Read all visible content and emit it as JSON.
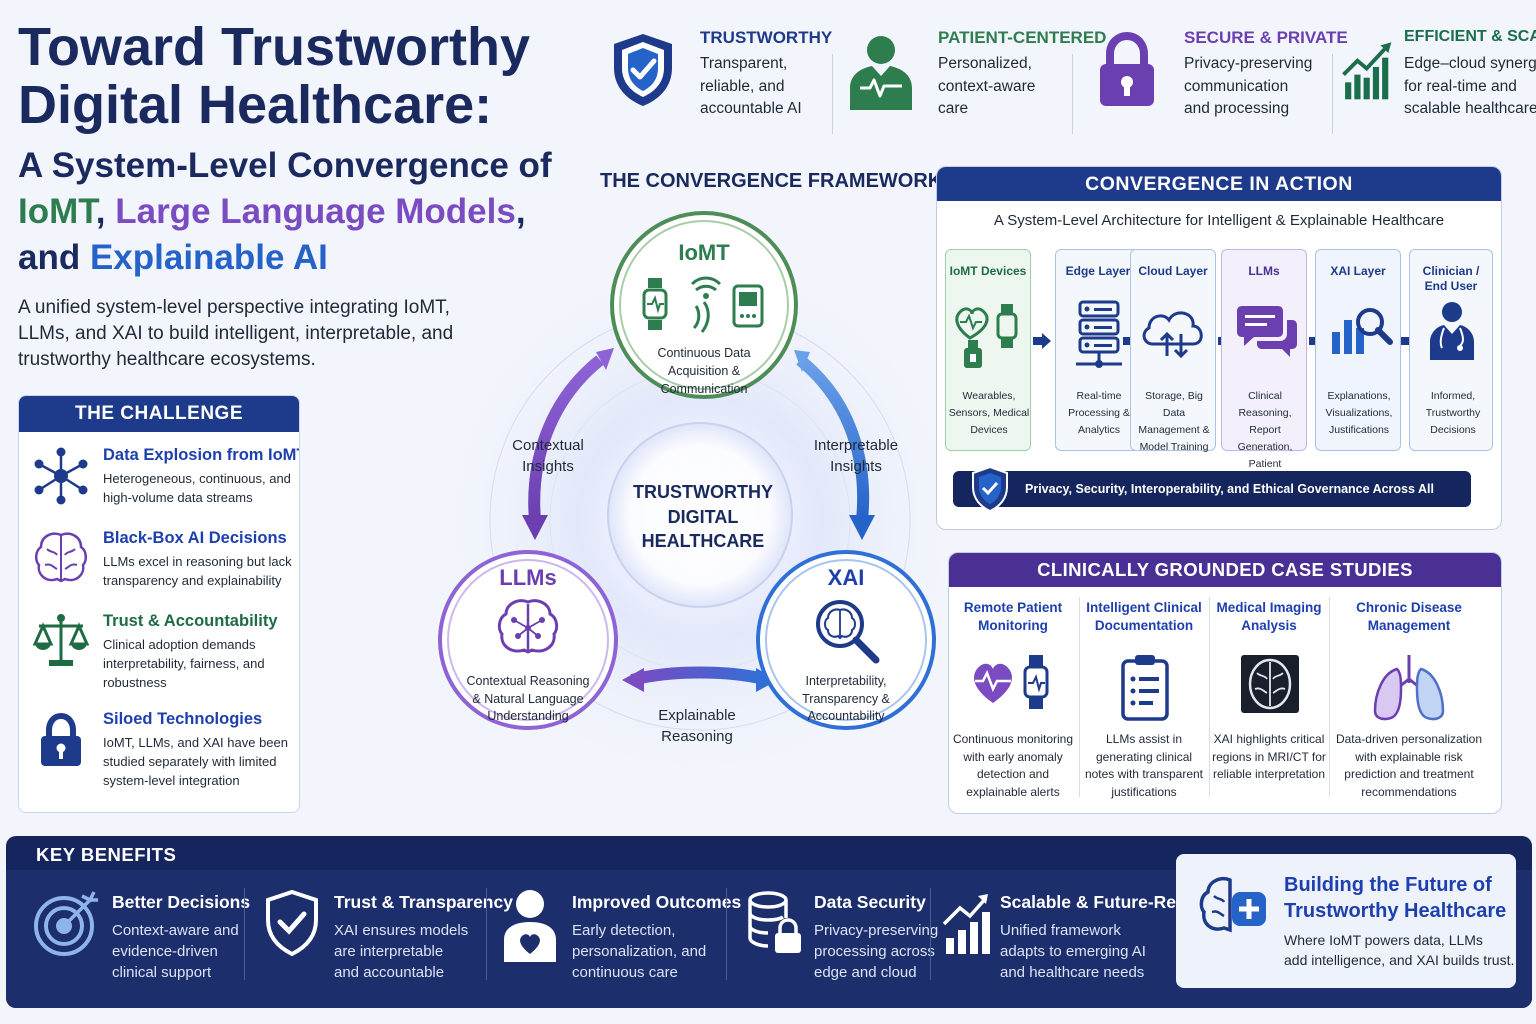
{
  "title": {
    "line1": "Toward Trustworthy",
    "line2": "Digital Healthcare:",
    "sub1": "A System-Level Convergence of",
    "sub2_a": "IoMT",
    "sub2_sep": ", ",
    "sub2_b": "Large Language Models",
    "sub2_end": ",",
    "sub3_a": "and ",
    "sub3_b": "Explainable AI"
  },
  "intro": "A unified system-level perspective integrating IoMT, LLMs, and XAI to build intelligent, interpretable, and trustworthy healthcare ecosystems.",
  "pillars": [
    {
      "title": "TRUSTWORTHY",
      "lines": [
        "Transparent,",
        "reliable, and",
        "accountable AI"
      ],
      "color": "#1e3a8a",
      "icon": "shield-check-icon"
    },
    {
      "title": "PATIENT-CENTERED",
      "lines": [
        "Personalized,",
        "context-aware",
        "care"
      ],
      "color": "#2e7d4f",
      "icon": "doctor-icon"
    },
    {
      "title": "SECURE & PRIVATE",
      "lines": [
        "Privacy-preserving",
        "communication",
        "and processing"
      ],
      "color": "#6b3fb0",
      "icon": "padlock-icon"
    },
    {
      "title": "EFFICIENT & SCALABLE",
      "lines": [
        "Edge–cloud synergy",
        "for real-time and",
        "scalable healthcare"
      ],
      "color": "#1b6e4b",
      "icon": "growth-chart-icon"
    }
  ],
  "challenge": {
    "header": "THE CHALLENGE",
    "items": [
      {
        "title": "Data Explosion from IoMT",
        "desc": "Heterogeneous, continuous, and high-volume data streams",
        "icon": "network-nodes-icon"
      },
      {
        "title": "Black-Box AI Decisions",
        "desc": "LLMs excel in reasoning but lack transparency and explainability",
        "icon": "brain-icon"
      },
      {
        "title": "Trust & Accountability",
        "desc": "Clinical adoption demands interpretability, fairness, and robustness",
        "icon": "scales-icon"
      },
      {
        "title": "Siloed Technologies",
        "desc": "IoMT, LLMs, and XAI have been studied separately with limited system-level integration",
        "icon": "lock-icon"
      }
    ]
  },
  "framework": {
    "title": "THE CONVERGENCE FRAMEWORK",
    "center": [
      "TRUSTWORTHY",
      "DIGITAL",
      "HEALTHCARE"
    ],
    "iomt": {
      "name": "IoMT",
      "desc": [
        "Continuous Data",
        "Acquisition &",
        "Communication"
      ]
    },
    "llms": {
      "name": "LLMs",
      "desc": [
        "Contextual Reasoning",
        "& Natural Language",
        "Understanding"
      ]
    },
    "xai": {
      "name": "XAI",
      "desc": [
        "Interpretability,",
        "Transparency &",
        "Accountability"
      ]
    },
    "link_left": [
      "Contextual",
      "Insights"
    ],
    "link_right": [
      "Interpretable",
      "Insights"
    ],
    "link_bottom": [
      "Explainable",
      "Reasoning"
    ]
  },
  "convergence": {
    "header": "CONVERGENCE IN ACTION",
    "subtitle": "A System-Level Architecture for Intelligent & Explainable Healthcare",
    "layers": [
      {
        "title": "IoMT Devices",
        "desc": "Wearables, Sensors, Medical Devices",
        "icon": "wearables-icon"
      },
      {
        "title": "Edge Layer",
        "desc": "Real-time Processing & Analytics",
        "icon": "server-icon"
      },
      {
        "title": "Cloud Layer",
        "desc": "Storage, Big Data Management & Model Training",
        "icon": "cloud-icon"
      },
      {
        "title": "LLMs",
        "desc": "Clinical Reasoning, Report Generation, Patient Interaction",
        "icon": "chat-icon"
      },
      {
        "title": "XAI Layer",
        "desc": "Explanations, Visualizations, Justifications",
        "icon": "analytics-icon"
      },
      {
        "title": "Clinician / End User",
        "desc": "Informed, Trustworthy Decisions",
        "icon": "clinician-icon"
      }
    ],
    "governance": "Privacy, Security, Interoperability, and Ethical Governance Across All Layers"
  },
  "cases": {
    "header": "CLINICALLY GROUNDED CASE STUDIES",
    "items": [
      {
        "title": "Remote Patient Monitoring",
        "desc": "Continuous monitoring with early anomaly detection and explainable alerts",
        "icon": "heart-watch-icon"
      },
      {
        "title": "Intelligent Clinical Documentation",
        "desc": "LLMs assist in generating clinical notes with transparent justifications",
        "icon": "clipboard-icon"
      },
      {
        "title": "Medical Imaging Analysis",
        "desc": "XAI highlights critical regions in MRI/CT for reliable interpretation",
        "icon": "mri-scan-icon"
      },
      {
        "title": "Chronic Disease Management",
        "desc": "Data-driven personalization with explainable risk prediction and treatment recommendations",
        "icon": "lungs-icon"
      }
    ]
  },
  "benefits": {
    "header": "KEY BENEFITS",
    "items": [
      {
        "title": "Better Decisions",
        "lines": [
          "Context-aware and",
          "evidence-driven",
          "clinical support"
        ],
        "icon": "target-icon"
      },
      {
        "title": "Trust & Transparency",
        "lines": [
          "XAI ensures models",
          "are interpretable",
          "and accountable"
        ],
        "icon": "shield-check-icon"
      },
      {
        "title": "Improved Outcomes",
        "lines": [
          "Early detection,",
          "personalization, and",
          "continuous care"
        ],
        "icon": "patient-heart-icon"
      },
      {
        "title": "Data Security",
        "lines": [
          "Privacy-preserving",
          "processing across",
          "edge and cloud"
        ],
        "icon": "database-lock-icon"
      },
      {
        "title": "Scalable & Future-Ready",
        "lines": [
          "Unified framework",
          "adapts to emerging AI",
          "and healthcare needs"
        ],
        "icon": "growth-icon"
      }
    ],
    "future": {
      "title_lines": [
        "Building the Future of",
        "Trustworthy Healthcare"
      ],
      "desc_lines": [
        "Where IoMT powers data, LLMs",
        "add intelligence, and XAI builds trust."
      ],
      "icon": "brain-plus-icon"
    }
  },
  "colors": {
    "navy": "#1e3a8a",
    "green": "#2e7d4f",
    "purple": "#7b4bc2",
    "blue": "#2563c9"
  }
}
